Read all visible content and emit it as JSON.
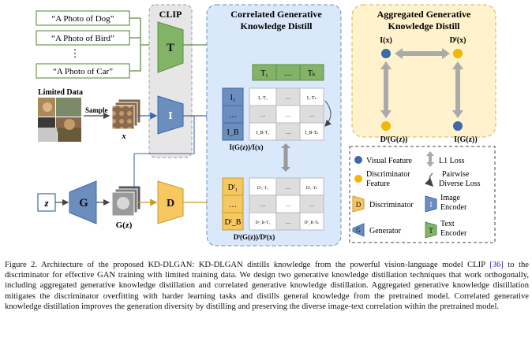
{
  "figure": {
    "prompts": [
      "“A Photo of Dog”",
      "“A Photo of Bird”",
      "⋮",
      "“A Photo of Car”"
    ],
    "clip_label": "CLIP",
    "limited_data_label": "Limited Data",
    "sample_label": "Sample",
    "x_label": "x",
    "z_label": "z",
    "gz_label": "G(z)",
    "T_letter": "T",
    "I_letter": "I",
    "G_letter": "G",
    "D_letter": "D",
    "correlated_title": "Correlated Generative",
    "correlated_title2": "Knowledge Distill",
    "text_row": [
      "T₁",
      "…",
      "Tₖ"
    ],
    "image_col": [
      "I₁",
      "…",
      "I_B"
    ],
    "image_caption": "I(G(z))/I(x)",
    "matrix1_cells": [
      [
        "I₁·T₁",
        "…",
        "I₁·Tₖ"
      ],
      [
        "…",
        "…",
        "…"
      ],
      [
        "I_B·T₁",
        "…",
        "I_B·Tₖ"
      ]
    ],
    "disc_col": [
      "Dᶠ₁",
      "…",
      "Dᶠ_B"
    ],
    "disc_caption": "Dᶠ(G(z))/Dᶠ(x)",
    "matrix2_cells": [
      [
        "Dᶠ₁·T₁",
        "…",
        "Dᶠ₁·Tₖ"
      ],
      [
        "…",
        "…",
        "…"
      ],
      [
        "Dᶠ_B·T₁",
        "…",
        "Dᶠ_B·Tₖ"
      ]
    ],
    "aggregated_title": "Aggregated Generative",
    "aggregated_title2": "Knowledge Distill",
    "agg_tl": "I(x)",
    "agg_tr": "Dᶠ(x)",
    "agg_bl": "Dᶠ(G(z))",
    "agg_br": "I(G(z))",
    "legend": {
      "visual_feature": "Visual Feature",
      "discriminator_feature_1": "Discriminator",
      "discriminator_feature_2": "Feature",
      "l1_loss": "L1 Loss",
      "pairwise_1": "Pairwise",
      "pairwise_2": "Diverse Loss",
      "discriminator": "Discriminator",
      "image_encoder_1": "Image",
      "image_encoder_2": "Encoder",
      "generator": "Generator",
      "text_encoder_1": "Text",
      "text_encoder_2": "Encoder"
    },
    "colors": {
      "green": "#82b366",
      "blue": "#6c8ebf",
      "yellow": "#f7c862",
      "clip_bg": "#e6e6e6",
      "correlated_bg": "#dae8fc",
      "aggregated_bg": "#fff2cc"
    }
  },
  "caption": {
    "number": "Figure 2.",
    "text": "Architecture of the proposed KD-DLGAN: KD-DLGAN distills knowledge from the powerful vision-language model CLIP",
    "ref": "[36]",
    "text2": "to the discriminator for effective GAN training with limited training data. We design two generative knowledge distillation techniques that work orthogonally, including aggregated generative knowledge distillation and correlated generative knowledge distillation. Aggregated generative knowledge distillation mitigates the discriminator overfitting with harder learning tasks and distills general knowledge from the pretrained model. Correlated generative knowledge distillation improves the generation diversity by distilling and preserving the diverse image-text correlation within the pretrained model."
  }
}
